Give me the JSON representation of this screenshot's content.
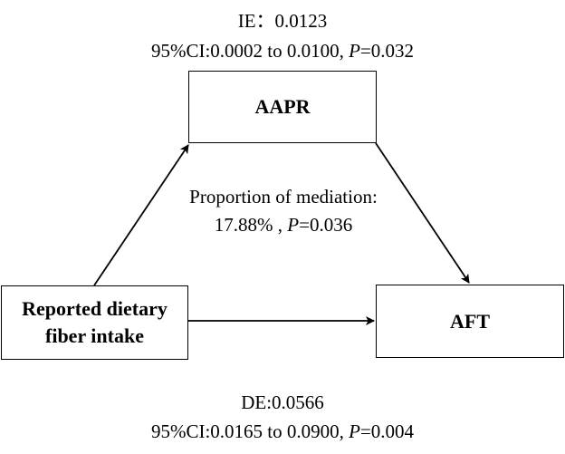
{
  "indirect_effect": {
    "label": "IE：",
    "value": "0.0123",
    "ci_text": "95%CI:0.0002 to 0.0100, ",
    "p_symbol": "P",
    "p_value": "=0.032"
  },
  "mediation": {
    "label": "Proportion of mediation:",
    "percent": "17.88% , ",
    "p_symbol": "P",
    "p_value": "=0.036"
  },
  "direct_effect": {
    "label": "DE:",
    "value": "0.0566",
    "ci_text": "95%CI:0.0165 to 0.0900, ",
    "p_symbol": "P",
    "p_value": "=0.004"
  },
  "nodes": {
    "mediator": "AAPR",
    "exposure_line1": "Reported dietary",
    "exposure_line2": "fiber intake",
    "outcome": "AFT"
  },
  "colors": {
    "line": "#000000",
    "background": "#ffffff"
  }
}
